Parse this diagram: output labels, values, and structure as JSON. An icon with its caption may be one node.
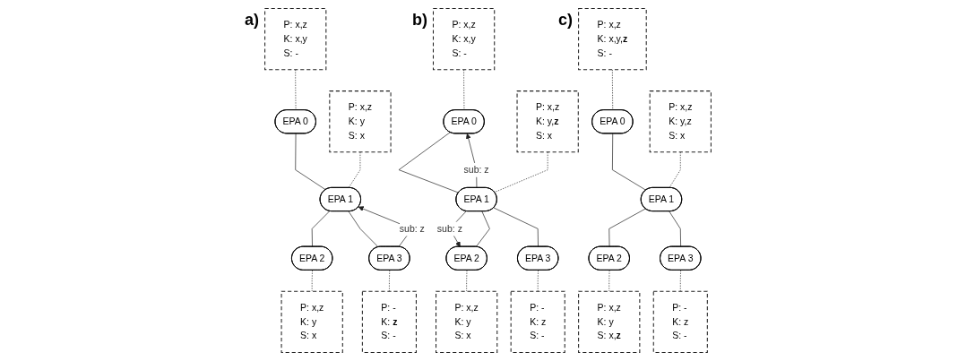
{
  "diagram": {
    "nodes": [
      {
        "text": [
          "P: x,z",
          "K: x,y",
          "S: -"
        ]
      },
      {
        "text": [
          "EPA 0"
        ]
      },
      {
        "text": [
          "P: x,z",
          "K: y",
          "S: x"
        ]
      },
      {
        "text": [
          "EPA 1"
        ]
      },
      {
        "text": [
          "EPA 2"
        ]
      },
      {
        "text": [
          "EPA 3"
        ]
      },
      {
        "text": [
          "P: x,z",
          "K: y",
          "S: x"
        ]
      },
      {
        "text": [
          "P: -",
          "K: **z**",
          "S: -"
        ]
      },
      {
        "text": [
          "P: x,z",
          "K: x,y",
          "S: -"
        ]
      },
      {
        "text": [
          "EPA 0"
        ]
      },
      {
        "text": [
          "P: x,z",
          "K: y,**z**",
          "S: x"
        ]
      },
      {
        "text": [
          "EPA 1"
        ]
      },
      {
        "text": [
          "EPA 2"
        ]
      },
      {
        "text": [
          "EPA 3"
        ]
      },
      {
        "text": [
          "P: x,z",
          "K: y",
          "S: x"
        ]
      },
      {
        "text": [
          "P: -",
          "K: z",
          "S: -"
        ]
      },
      {
        "text": [
          "P: x,z",
          "K: x,y,**z**",
          "S: -"
        ]
      },
      {
        "text": [
          "EPA 0"
        ]
      },
      {
        "text": [
          "P: x,z",
          "K: y,z",
          "S: x"
        ]
      },
      {
        "text": [
          "EPA 1"
        ]
      },
      {
        "text": [
          "EPA 2"
        ]
      },
      {
        "text": [
          "EPA 3"
        ]
      },
      {
        "text": [
          "P: x,z",
          "K: y",
          "S: x,**z**"
        ]
      },
      {
        "text": [
          "P: -",
          "K: z",
          "S: -"
        ]
      }
    ],
    "edges": [
      {
        "from": 0,
        "to": 1,
        "arrow": "none",
        "style": "dashed"
      },
      {
        "from": 1,
        "to": 3,
        "arrow": "none"
      },
      {
        "from": 2,
        "to": 3,
        "arrow": "none",
        "style": "dashed"
      },
      {
        "from": 3,
        "to": 4,
        "arrow": "none"
      },
      {
        "from": 3,
        "to": 5,
        "arrow": "none"
      },
      {
        "from": 5,
        "to": 3,
        "arrow": "to",
        "label": "sub: z"
      },
      {
        "from": 4,
        "to": 6,
        "arrow": "none",
        "style": "dashed"
      },
      {
        "from": 5,
        "to": 7,
        "arrow": "none",
        "style": "dashed"
      },
      {
        "from": 8,
        "to": 9,
        "arrow": "none",
        "style": "dashed"
      },
      {
        "from": 9,
        "to": 11,
        "arrow": "none"
      },
      {
        "from": 11,
        "to": 9,
        "arrow": "to",
        "label": "sub: z"
      },
      {
        "from": 10,
        "to": 11,
        "arrow": "none",
        "style": "dashed"
      },
      {
        "from": 11,
        "to": 12,
        "arrow": "to",
        "label": "sub: z"
      },
      {
        "from": 11,
        "to": 12,
        "arrow": "none"
      },
      {
        "from": 11,
        "to": 13,
        "arrow": "none"
      },
      {
        "from": 12,
        "to": 14,
        "arrow": "none",
        "style": "dashed"
      },
      {
        "from": 13,
        "to": 15,
        "arrow": "none",
        "style": "dashed"
      },
      {
        "from": 16,
        "to": 17,
        "arrow": "none",
        "style": "dashed"
      },
      {
        "from": 17,
        "to": 19,
        "arrow": "none"
      },
      {
        "from": 18,
        "to": 19,
        "arrow": "none",
        "style": "dashed"
      },
      {
        "from": 19,
        "to": 20,
        "arrow": "none"
      },
      {
        "from": 19,
        "to": 21,
        "arrow": "none"
      },
      {
        "from": 20,
        "to": 22,
        "arrow": "none",
        "style": "dashed"
      },
      {
        "from": 21,
        "to": 23,
        "arrow": "none",
        "style": "dashed"
      }
    ],
    "labels": [
      "a)",
      "b)",
      "c)"
    ]
  }
}
